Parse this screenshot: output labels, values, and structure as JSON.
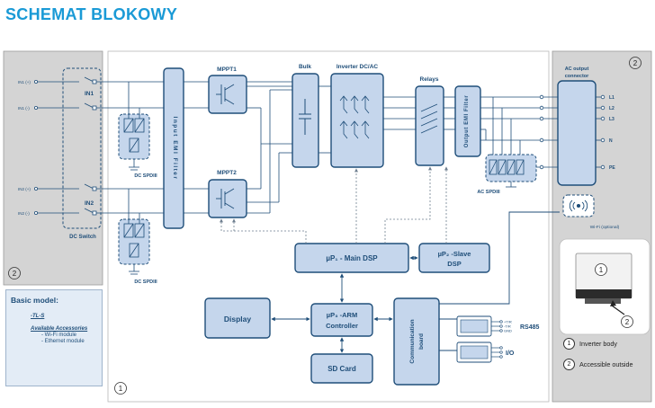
{
  "title": "SCHEMAT BLOKOWY",
  "blocks": {
    "input_emi_filter": "Input EMI Filter",
    "mppt1": "MPPT1",
    "mppt2": "MPPT2",
    "bulk": "Bulk",
    "inverter": "Inverter DC/AC",
    "relays": "Relays",
    "output_emi_filter": "Output EMI Filter",
    "ac_output_connector": [
      "AC output",
      "connector"
    ],
    "main_dsp": "µP₁ - Main DSP",
    "slave_dsp": [
      "µP₂ -Slave",
      "DSP"
    ],
    "arm_controller": [
      "µP₃ -ARM",
      "Controller"
    ],
    "display": "Display",
    "sd_card": "SD Card",
    "communication_board": [
      "Communication",
      "board"
    ]
  },
  "labels": {
    "dc_switch": "DC Switch",
    "dc_spdiii_top": "DC SPDIII",
    "dc_spdiii_bottom": "DC SPDIII",
    "ac_spdiii": "AC SPDIII",
    "in1": "IN1",
    "in2": "IN2",
    "in1_pos": "IN1 (+)",
    "in1_neg": "IN1 (-)",
    "in2_pos": "IN2 (+)",
    "in2_neg": "IN2 (-)",
    "l1": "L1",
    "l2": "L2",
    "l3": "L3",
    "n": "N",
    "pe": "PE",
    "wifi": "Wi-Fi (optional)",
    "rs485": "RS485",
    "io": "I/O",
    "rs485_pins": [
      "+T/R",
      "-T/R",
      "GND"
    ],
    "zone_inverter": "1",
    "zone_outside_left": "2",
    "zone_outside_right": "2",
    "photo_body": "1",
    "photo_outside": "2"
  },
  "basic_model": {
    "title": "Basic model:",
    "model": "-TL-S",
    "accessories_title": "Available Accessories",
    "accessories": [
      "- Wi-Fi module",
      "- Ethernet module"
    ]
  },
  "legend": [
    {
      "num": "1",
      "text": "Inverter body"
    },
    {
      "num": "2",
      "text": "Accessible outside"
    }
  ],
  "colors": {
    "title_blue": "#1a9ad6",
    "panel_grey": "#d4d4d4",
    "block_fill": "#c5d6ec",
    "block_stroke": "#1f4e79"
  }
}
